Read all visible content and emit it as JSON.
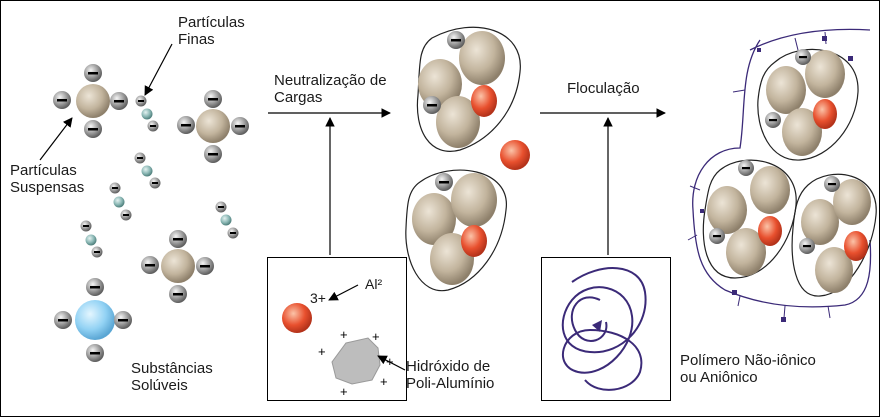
{
  "labels": {
    "particulas_finas": [
      "Partículas",
      "Finas"
    ],
    "particulas_suspensas": [
      "Partículas",
      "Suspensas"
    ],
    "substancias_soluveis": [
      "Substâncias",
      "Solúveis"
    ],
    "neutralizacao": [
      "Neutralização de",
      "Cargas"
    ],
    "floculacao": "Floculação",
    "charge_3plus": "3+",
    "al_label": "Al²",
    "hidroxido": [
      "Hidróxido de",
      "Poli-Alumínio"
    ],
    "polimero": [
      "Polímero Não-iônico",
      "ou Aniônico"
    ]
  },
  "colors": {
    "suspended_particle": "#c2b49d",
    "soluble_particle": "#92d2f4",
    "fine_particle": "#8ab7b4",
    "charge_sphere": "#8a8a8a",
    "al_sphere": "#e8502e",
    "hydroxide_blob": "#bbbbbb",
    "polymer_line": "#3b2a78"
  }
}
